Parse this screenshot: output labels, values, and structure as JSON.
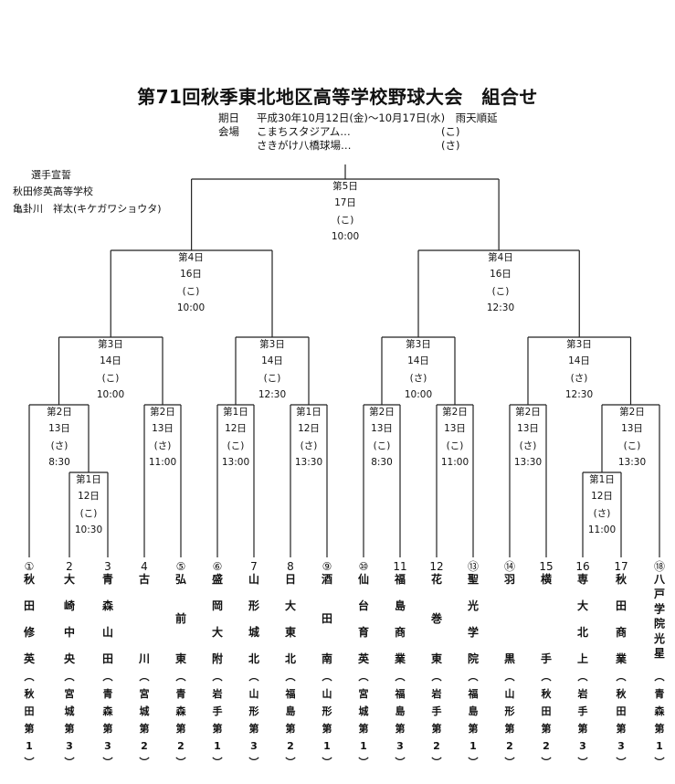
{
  "title": "第71回秋季東北地区高等学校野球大会　組合せ",
  "info": {
    "date_label": "期日",
    "date_value": "平成30年10月12日(金)～10月17日(水)　雨天順延",
    "venue_label": "会場",
    "venue1_name": "こまちスタジアム…",
    "venue1_abbr": "(こ)",
    "venue2_name": "さきがけ八橋球場…",
    "venue2_abbr": "(さ)"
  },
  "oath": {
    "heading": "選手宣誓",
    "school": "秋田修英高等学校",
    "player": "亀卦川　祥太(キケガワショウタ)"
  },
  "teams": [
    {
      "num": "①",
      "name": "秋田修英",
      "pref": "秋田第1"
    },
    {
      "num": "2",
      "name": "大崎中央",
      "pref": "宮城第3"
    },
    {
      "num": "3",
      "name": "青森山田",
      "pref": "青森第3"
    },
    {
      "num": "4",
      "name": "古川",
      "pref": "宮城第2"
    },
    {
      "num": "⑤",
      "name": "弘前東",
      "pref": "青森第2"
    },
    {
      "num": "⑥",
      "name": "盛岡大附",
      "pref": "岩手第1"
    },
    {
      "num": "7",
      "name": "山形城北",
      "pref": "山形第3"
    },
    {
      "num": "8",
      "name": "日大東北",
      "pref": "福島第2"
    },
    {
      "num": "⑨",
      "name": "酒田南",
      "pref": "山形第1"
    },
    {
      "num": "⑩",
      "name": "仙台育英",
      "pref": "宮城第1"
    },
    {
      "num": "11",
      "name": "福島商業",
      "pref": "福島第3"
    },
    {
      "num": "12",
      "name": "花巻東",
      "pref": "岩手第2"
    },
    {
      "num": "⑬",
      "name": "聖光学院",
      "pref": "福島第1"
    },
    {
      "num": "⑭",
      "name": "羽黒",
      "pref": "山形第2"
    },
    {
      "num": "15",
      "name": "横手",
      "pref": "秋田第2"
    },
    {
      "num": "16",
      "name": "専大北上",
      "pref": "岩手第3"
    },
    {
      "num": "17",
      "name": "秋田商業",
      "pref": "秋田第3"
    },
    {
      "num": "⑱",
      "name": "八戸学院光星",
      "pref": "青森第1"
    }
  ],
  "matches": [
    {
      "id": "r1-a",
      "day": "第1日",
      "date": "12日",
      "venue": "(こ)",
      "time": "10:30"
    },
    {
      "id": "r2-a",
      "day": "第2日",
      "date": "13日",
      "venue": "(さ)",
      "time": "8:30"
    },
    {
      "id": "r2-b",
      "day": "第2日",
      "date": "13日",
      "venue": "(さ)",
      "time": "11:00"
    },
    {
      "id": "r1-b",
      "day": "第1日",
      "date": "12日",
      "venue": "(こ)",
      "time": "13:00"
    },
    {
      "id": "r1-c",
      "day": "第1日",
      "date": "12日",
      "venue": "(さ)",
      "time": "13:30"
    },
    {
      "id": "r2-c",
      "day": "第2日",
      "date": "13日",
      "venue": "(こ)",
      "time": "8:30"
    },
    {
      "id": "r2-d",
      "day": "第2日",
      "date": "13日",
      "venue": "(こ)",
      "time": "11:00"
    },
    {
      "id": "r2-e",
      "day": "第2日",
      "date": "13日",
      "venue": "(さ)",
      "time": "13:30"
    },
    {
      "id": "r1-d",
      "day": "第1日",
      "date": "12日",
      "venue": "(さ)",
      "time": "11:00"
    },
    {
      "id": "r2-f",
      "day": "第2日",
      "date": "13日",
      "venue": "(こ)",
      "time": "13:30"
    },
    {
      "id": "qf-a",
      "day": "第3日",
      "date": "14日",
      "venue": "(こ)",
      "time": "10:00"
    },
    {
      "id": "qf-b",
      "day": "第3日",
      "date": "14日",
      "venue": "(こ)",
      "time": "12:30"
    },
    {
      "id": "qf-c",
      "day": "第3日",
      "date": "14日",
      "venue": "(さ)",
      "time": "10:00"
    },
    {
      "id": "qf-d",
      "day": "第3日",
      "date": "14日",
      "venue": "(さ)",
      "time": "12:30"
    },
    {
      "id": "sf-a",
      "day": "第4日",
      "date": "16日",
      "venue": "(こ)",
      "time": "10:00"
    },
    {
      "id": "sf-b",
      "day": "第4日",
      "date": "16日",
      "venue": "(こ)",
      "time": "12:30"
    },
    {
      "id": "final",
      "day": "第5日",
      "date": "17日",
      "venue": "(こ)",
      "time": "10:00"
    }
  ]
}
